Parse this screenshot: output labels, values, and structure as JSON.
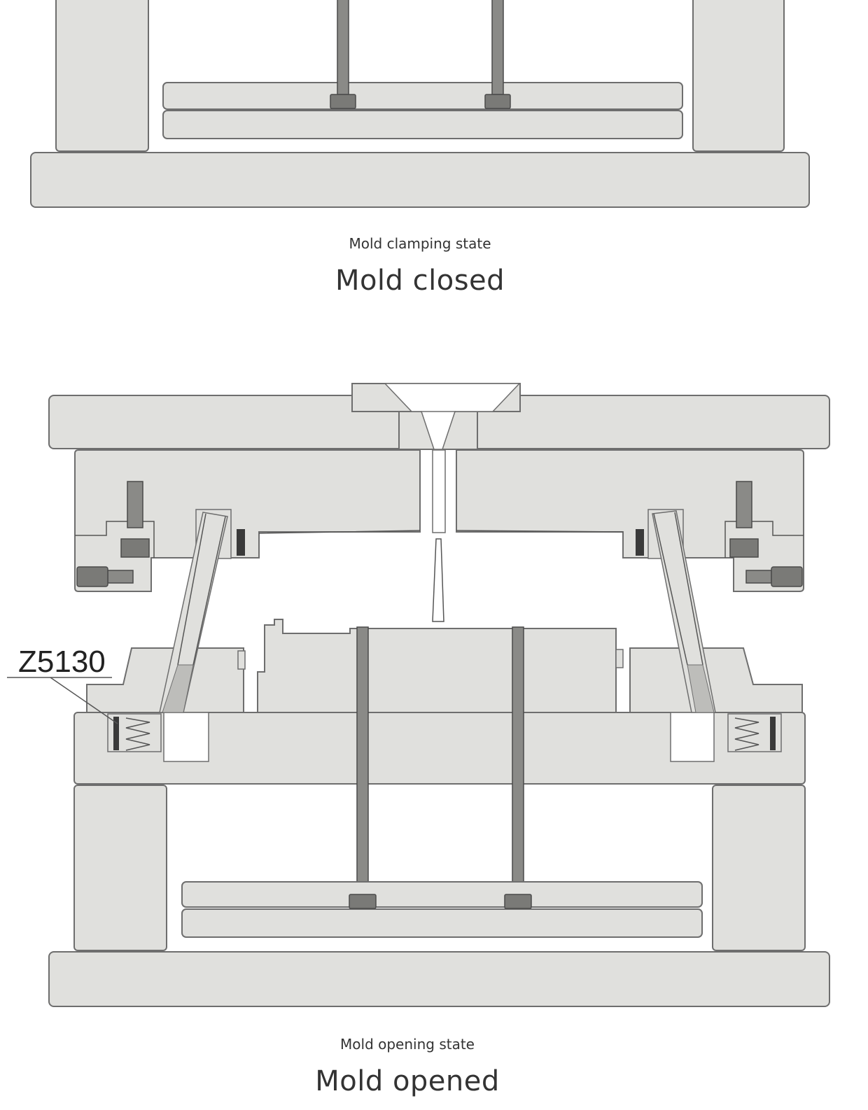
{
  "sections": [
    {
      "caption": "Mold clamping state",
      "title": "Mold closed"
    },
    {
      "caption": "Mold opening state",
      "title": "Mold opened"
    }
  ],
  "callout": {
    "label": "Z5130"
  }
}
